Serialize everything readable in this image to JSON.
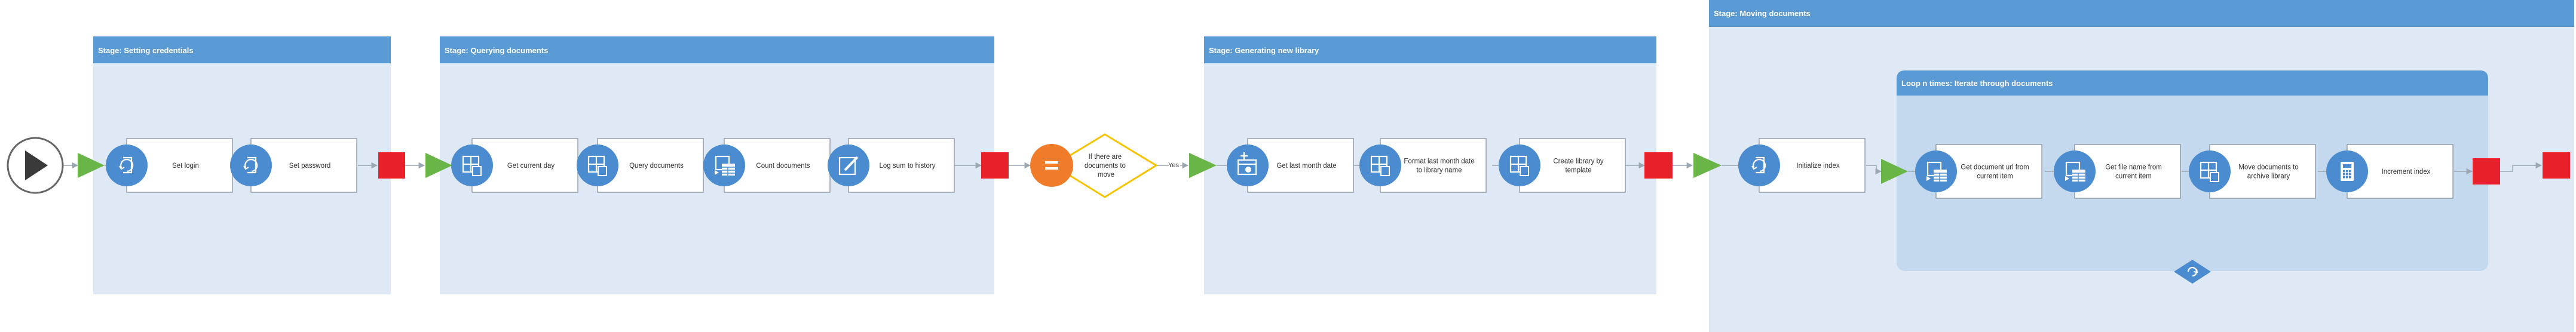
{
  "colors": {
    "stage_bg": "#dfe9f5",
    "stage_header": "#5b9bd5",
    "loop_bg": "#c5d9ee",
    "circle_blue": "#4a8ccf",
    "start_green": "#6ab547",
    "end_red": "#e8202a",
    "decision_orange": "#f07c2a",
    "decision_yellow": "#f5c400",
    "connector": "#9ba7b3"
  },
  "stages": [
    {
      "title": "Stage:   Setting credentials"
    },
    {
      "title": "Stage:   Querying documents"
    },
    {
      "title": "Stage:   Generating new library"
    },
    {
      "title": "Stage:   Moving documents"
    }
  ],
  "loop": {
    "title": "Loop n times:   Iterate through documents",
    "icon": "loop-refresh-icon"
  },
  "activities": [
    {
      "label": "Set login",
      "icon": "refresh-icon"
    },
    {
      "label": "Set password",
      "icon": "refresh-icon"
    },
    {
      "label": "Get current day",
      "icon": "grid-doc-icon"
    },
    {
      "label": "Query documents",
      "icon": "grid-doc-icon"
    },
    {
      "label": "Count documents",
      "icon": "table-icon"
    },
    {
      "label": "Log sum to history",
      "icon": "edit-icon"
    },
    {
      "label": "Get last month date",
      "icon": "calendar-icon"
    },
    {
      "label": "Format last month date to library name",
      "icon": "grid-doc-icon"
    },
    {
      "label": "Create library by template",
      "icon": "grid-doc-icon"
    },
    {
      "label": "Initialize index",
      "icon": "refresh-icon"
    },
    {
      "label": "Get document url from current item",
      "icon": "table-icon"
    },
    {
      "label": "Get file name from current item",
      "icon": "table-icon"
    },
    {
      "label": "Move documents to archive library",
      "icon": "grid-doc-icon"
    },
    {
      "label": "Increment index",
      "icon": "calculator-icon"
    }
  ],
  "decision": {
    "label": "If there are documents to move",
    "yes_label": "Yes"
  },
  "play_icon": "play-icon"
}
